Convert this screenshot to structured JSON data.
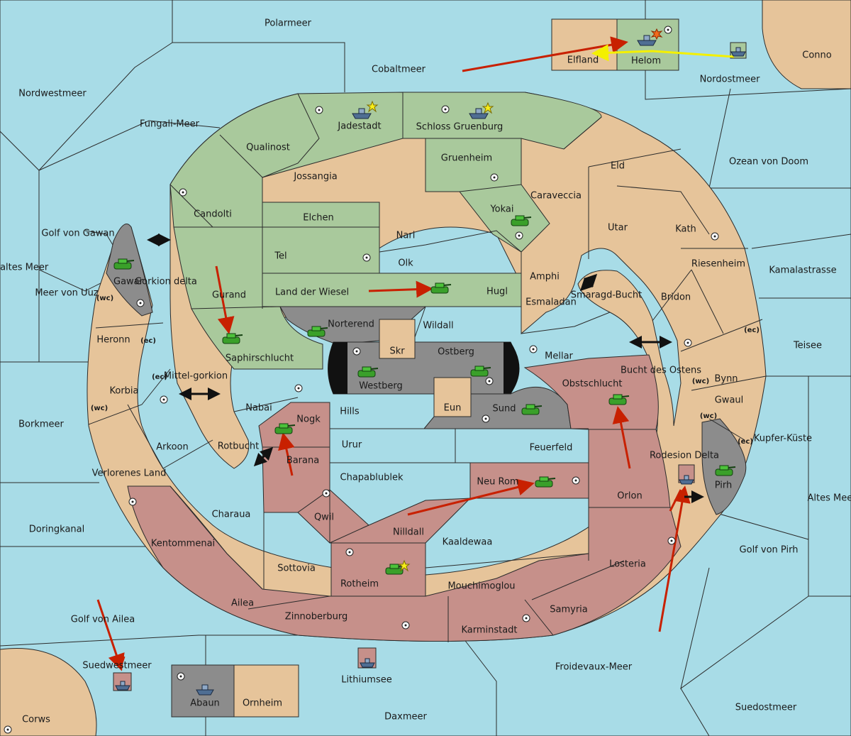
{
  "map": {
    "sea_labels": [
      "Polarmeer",
      "Cobaltmeer",
      "Conno",
      "Nordostmeer",
      "Nordwestmeer",
      "Fungali-Meer",
      "Ozean von Doom",
      "Golf von Gawan",
      "Kaltes Meer",
      "Meer von Uuz",
      "Gorkion delta",
      "Mittel-gorkion",
      "Kamalastrasse",
      "Smaragd-Bucht",
      "Bucht des Ostens",
      "Teisee",
      "Kupfer-Küste",
      "Borkmeer",
      "Rotbucht",
      "Rodesion Delta",
      "Altes Meer",
      "Doringkanal",
      "Golf von Pirh",
      "Golf von Ailea",
      "Suedwestmeer",
      "Lithiumsee",
      "Froidevaux-Meer",
      "Suedostmeer",
      "Daxmeer",
      "Corws"
    ],
    "coast_tags": [
      "(wc)",
      "(ec)"
    ],
    "territories": {
      "green": [
        "Jadestadt",
        "Schloss Gruenburg",
        "Qualinost",
        "Jossangia",
        "Gruenheim",
        "Candolti",
        "Elchen",
        "Yokai",
        "Tel",
        "Land der Wiesel",
        "Hugl",
        "Gurand",
        "Saphirschlucht",
        "Elfland",
        "Helom"
      ],
      "tan": [
        "Eld",
        "Caraveccia",
        "Nari",
        "Olk",
        "Utar",
        "Kath",
        "Riesenheim",
        "Amphi",
        "Esmaladan",
        "Bridon",
        "Wildall",
        "Mellar",
        "Bynn",
        "Gwaul",
        "Heronn",
        "Korbia",
        "Arkoon",
        "Verlorenes Land",
        "Nabai",
        "Hills",
        "Urur",
        "Feuerfeld",
        "Chapablublek",
        "Charaua",
        "Sottovia",
        "Kaaldewaa",
        "Samyria",
        "Ornheim",
        "Skr",
        "Eun"
      ],
      "red": [
        "Obstschlucht",
        "Nogk",
        "Barana",
        "Neu Rom",
        "Orlon",
        "Qwil",
        "Nilldall",
        "Kentommenai",
        "Rotheim",
        "Mouchimoglou",
        "Losteria",
        "Ailea",
        "Zinnoberburg",
        "Karminstadt"
      ],
      "gray": [
        "Gawar",
        "Norterend",
        "Ostberg",
        "Westberg",
        "Sund",
        "Pirh",
        "Abaun"
      ]
    }
  },
  "colors": {
    "sea": "#a8dce7",
    "green_power": "#a9c99c",
    "tan_neutral": "#e6c49a",
    "red_power": "#c6908a",
    "gray_power": "#8c8c8c",
    "order_arrow": "#c82000",
    "retreat_arrow": "#f4f000"
  },
  "icons": [
    "tank-icon",
    "ship-icon",
    "supply-center-icon",
    "star-icon",
    "explosion-icon",
    "double-arrow-icon"
  ]
}
